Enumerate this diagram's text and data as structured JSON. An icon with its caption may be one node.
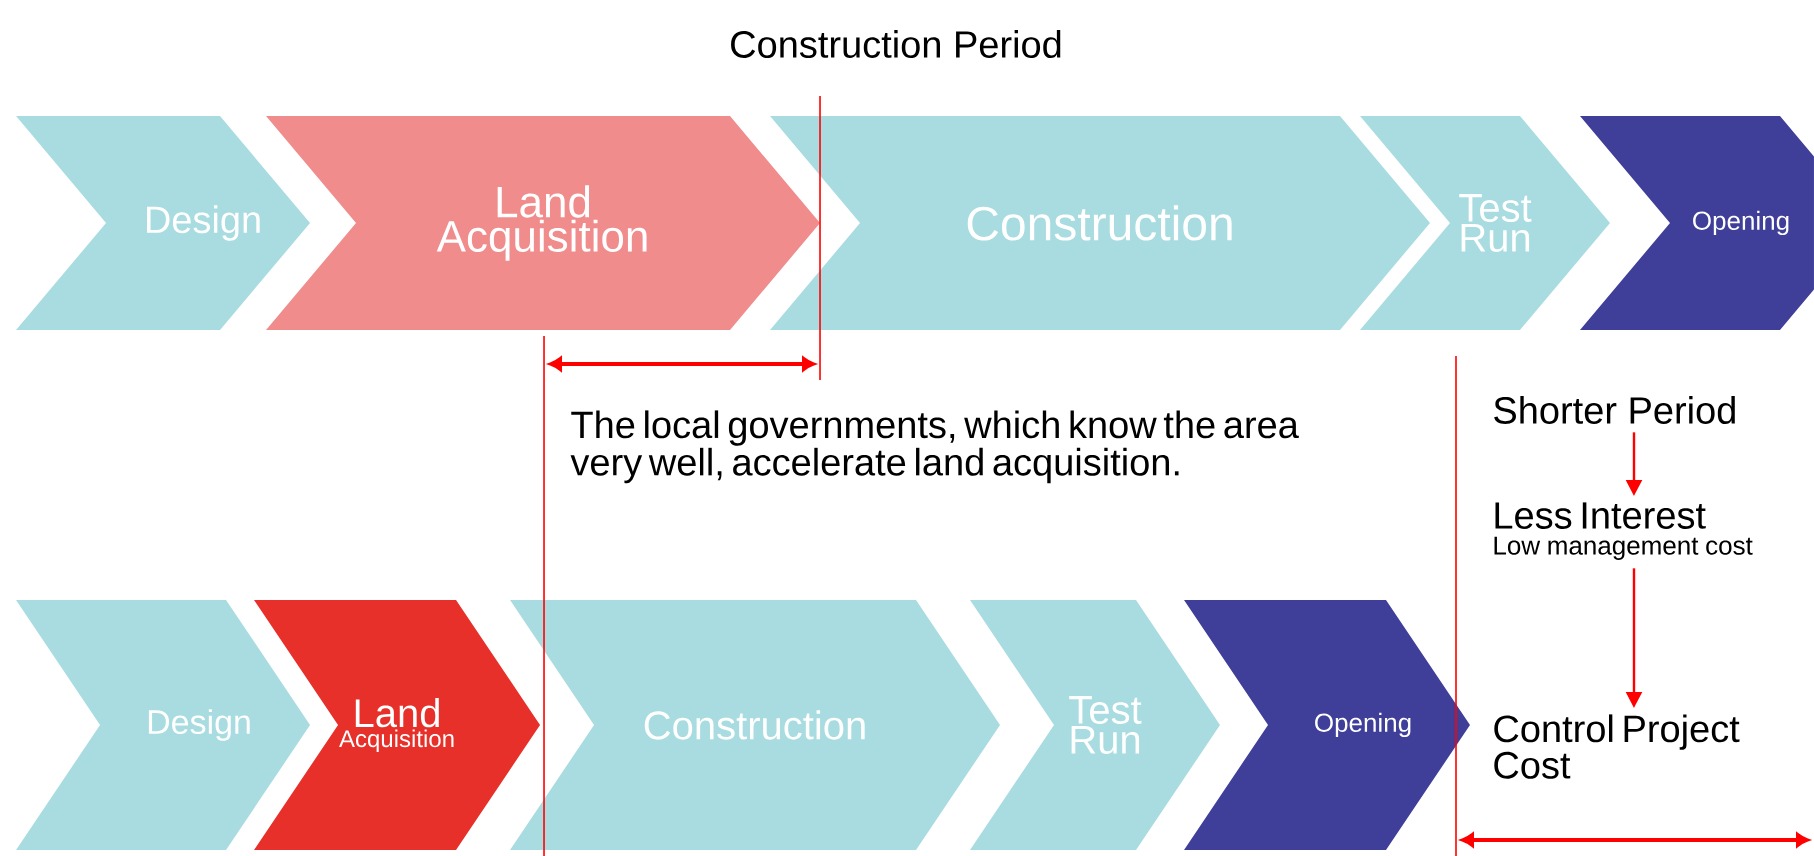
{
  "diagram": {
    "nodes": [
      {
        "text": [
          "Design"
        ]
      },
      {
        "text": [
          "Land Acquisition"
        ]
      },
      {
        "text": [
          "Construction"
        ]
      },
      {
        "text": [
          "Test Run"
        ]
      },
      {
        "text": [
          "Opening"
        ]
      },
      {
        "text": [
          "Design"
        ]
      },
      {
        "text": [
          "Land",
          "Acquisition"
        ]
      },
      {
        "text": [
          "Construction"
        ]
      },
      {
        "text": [
          "Test Run"
        ]
      },
      {
        "text": [
          "Opening"
        ]
      },
      {
        "text": [
          "Shorter  Period"
        ]
      },
      {
        "text": [
          "Less Interest",
          "Low management cost"
        ]
      },
      {
        "text": [
          "Control Project Cost"
        ]
      }
    ],
    "edges": [
      {
        "from": 10,
        "to": 11,
        "arrow": "to"
      },
      {
        "from": 11,
        "to": 12,
        "arrow": "to"
      }
    ],
    "labels": [
      "Construction Period",
      "The local governments, which know the area very well, accelerate land acquisition."
    ]
  }
}
